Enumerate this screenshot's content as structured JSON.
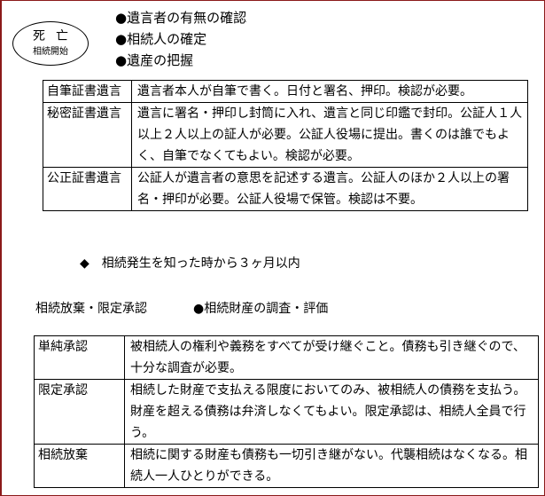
{
  "oval": {
    "title": "死亡",
    "subtitle": "相続開始"
  },
  "steps": [
    "●遺言者の有無の確認",
    "●相続人の確定",
    "●遺産の把握"
  ],
  "wills": [
    {
      "type": "自筆証書遺言",
      "desc": "遺言者本人が自筆で書く。日付と署名、押印。検認が必要。"
    },
    {
      "type": "秘密証書遺言",
      "desc": "遺言に署名・押印し封筒に入れ、遺言と同じ印鑑で封印。公証人１人以上２人以上の証人が必要。公証人役場に提出。書くのは誰でもよく、自筆でなくてもよい。検認が必要。"
    },
    {
      "type": "公正証書遺言",
      "desc": "公証人が遺言者の意思を記述する遺言。公証人のほか２人以上の署名・押印が必要。公証人役場で保管。検認は不要。"
    }
  ],
  "deadline": {
    "bullet": "◆",
    "text": "相続発生を知った時から３ヶ月以内"
  },
  "decision": {
    "left": "相続放棄・限定承認",
    "right": "●相続財産の調査・評価"
  },
  "acceptance": [
    {
      "type": "単純承認",
      "desc": "被相続人の権利や義務をすべてが受け継ぐこと。債務も引き継ぐので、十分な調査が必要。"
    },
    {
      "type": "限定承認",
      "desc": "相続した財産で支払える限度においてのみ、被相続人の債務を支払う。財産を超える債務は弁済しなくてもよい。限定承認は、相続人全員で行う。"
    },
    {
      "type": "相続放棄",
      "desc": "相続に関する財産も債務も一切引き継がない。代襲相続はなくなる。相続人一人ひとりができる。"
    }
  ]
}
